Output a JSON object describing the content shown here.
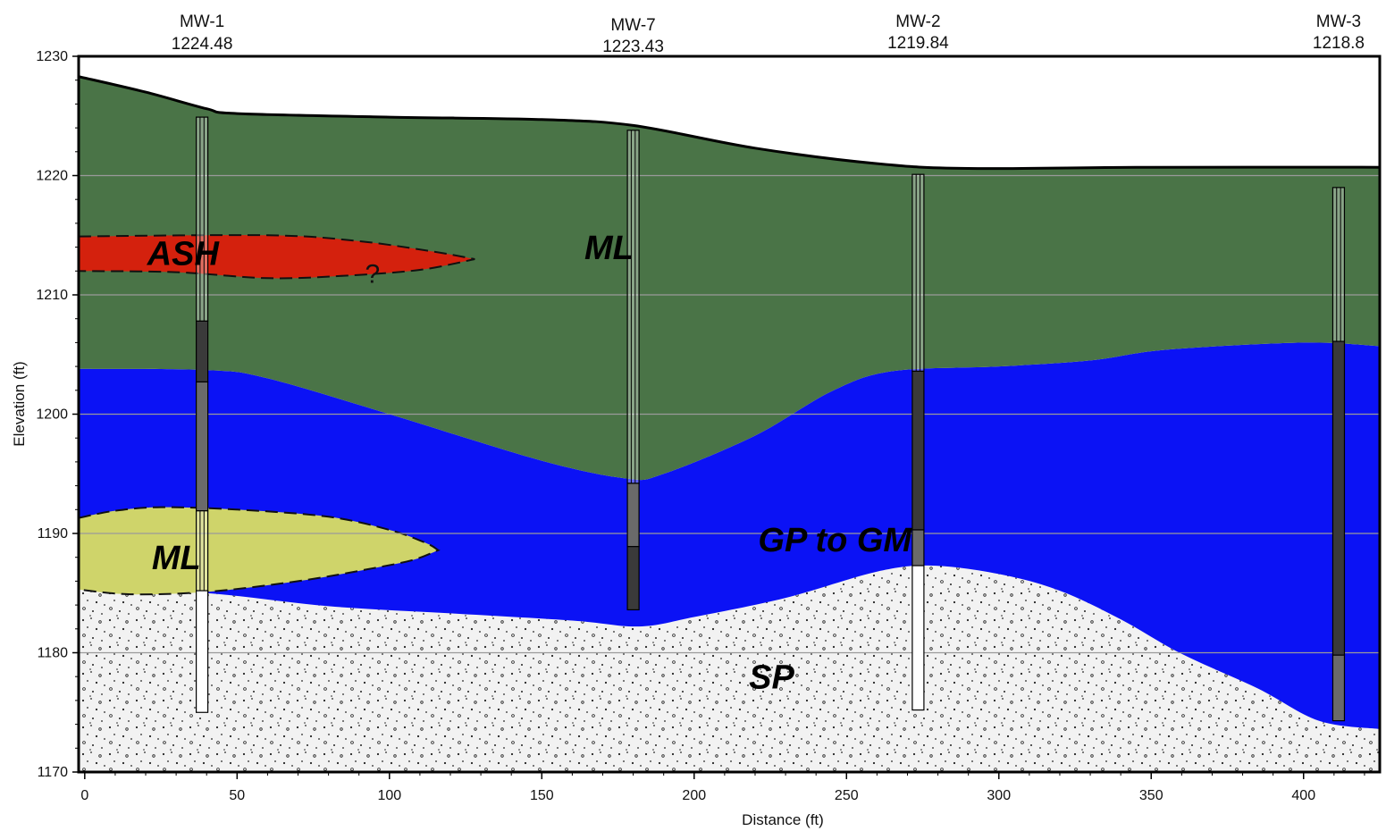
{
  "colors": {
    "ml_layer": "#4a7447",
    "ash": "#d4210d",
    "gp_gm": "#0b12f5",
    "ml_lens": "#cfd46a",
    "sp": "#f2f2f2",
    "screen": "#3a3a3a",
    "filter_pack": "#6a6a6a"
  },
  "axes": {
    "x_label": "Distance (ft)",
    "y_label": "Elevation (ft)",
    "x_ticks": [
      "0",
      "50",
      "100",
      "150",
      "200",
      "250",
      "300",
      "350",
      "400"
    ],
    "y_ticks": [
      "1230",
      "1220",
      "1210",
      "1200",
      "1190",
      "1180",
      "1170"
    ]
  },
  "units": {
    "ash": "ASH",
    "ml_upper": "ML",
    "ml_lens": "ML",
    "gp_gm": "GP to GM",
    "sp": "SP",
    "uncertain": "?"
  },
  "wells": [
    {
      "name": "MW-1",
      "elevation": "1224.48"
    },
    {
      "name": "MW-7",
      "elevation": "1223.43"
    },
    {
      "name": "MW-2",
      "elevation": "1219.84"
    },
    {
      "name": "MW-3",
      "elevation": "1218.8"
    }
  ],
  "chart_data": {
    "type": "cross-section",
    "xlabel": "Distance (ft)",
    "ylabel": "Elevation (ft)",
    "xlim": [
      -2,
      425
    ],
    "ylim": [
      1170,
      1230
    ],
    "wells": [
      {
        "name": "MW-1",
        "x": 38.5,
        "label_elev": 1224.48,
        "casing_top": 1224.9,
        "intervals": [
          {
            "top": 1224.9,
            "bottom": 1207.8,
            "type": "casing"
          },
          {
            "top": 1207.8,
            "bottom": 1202.7,
            "type": "screen"
          },
          {
            "top": 1202.7,
            "bottom": 1191.9,
            "type": "filter"
          },
          {
            "top": 1191.9,
            "bottom": 1185.2,
            "type": "casing"
          },
          {
            "top": 1185.2,
            "bottom": 1175.0,
            "type": "blank"
          }
        ]
      },
      {
        "name": "MW-7",
        "x": 180,
        "label_elev": 1223.43,
        "casing_top": 1223.8,
        "intervals": [
          {
            "top": 1223.8,
            "bottom": 1194.2,
            "type": "casing"
          },
          {
            "top": 1194.2,
            "bottom": 1188.9,
            "type": "filter"
          },
          {
            "top": 1188.9,
            "bottom": 1183.6,
            "type": "screen"
          }
        ]
      },
      {
        "name": "MW-2",
        "x": 273.5,
        "label_elev": 1219.84,
        "casing_top": 1220.1,
        "intervals": [
          {
            "top": 1220.1,
            "bottom": 1203.6,
            "type": "casing"
          },
          {
            "top": 1203.6,
            "bottom": 1190.3,
            "type": "screen"
          },
          {
            "top": 1190.3,
            "bottom": 1187.3,
            "type": "filter"
          },
          {
            "top": 1187.3,
            "bottom": 1175.2,
            "type": "blank"
          }
        ]
      },
      {
        "name": "MW-3",
        "x": 411.5,
        "label_elev": 1218.8,
        "casing_top": 1219.0,
        "intervals": [
          {
            "top": 1219.0,
            "bottom": 1206.1,
            "type": "casing"
          },
          {
            "top": 1206.1,
            "bottom": 1179.8,
            "type": "screen"
          },
          {
            "top": 1179.8,
            "bottom": 1174.3,
            "type": "filter"
          }
        ]
      }
    ],
    "ground_surface": [
      [
        -2,
        1228.3
      ],
      [
        20,
        1227.0
      ],
      [
        40,
        1225.6
      ],
      [
        50,
        1225.2
      ],
      [
        100,
        1224.9
      ],
      [
        150,
        1224.7
      ],
      [
        180,
        1224.2
      ],
      [
        220,
        1222.3
      ],
      [
        260,
        1221.0
      ],
      [
        290,
        1220.6
      ],
      [
        350,
        1220.7
      ],
      [
        425,
        1220.7
      ]
    ],
    "ml_base": [
      [
        -2,
        1203.8
      ],
      [
        40,
        1203.7
      ],
      [
        60,
        1203.0
      ],
      [
        100,
        1200.0
      ],
      [
        150,
        1196.1
      ],
      [
        178,
        1194.6
      ],
      [
        190,
        1195.0
      ],
      [
        220,
        1198.2
      ],
      [
        245,
        1201.9
      ],
      [
        265,
        1203.6
      ],
      [
        300,
        1204.0
      ],
      [
        330,
        1204.5
      ],
      [
        355,
        1205.4
      ],
      [
        400,
        1206.0
      ],
      [
        425,
        1205.7
      ]
    ],
    "gp_base": [
      [
        -2,
        1185.5
      ],
      [
        40,
        1185.0
      ],
      [
        80,
        1183.9
      ],
      [
        120,
        1183.3
      ],
      [
        160,
        1182.7
      ],
      [
        182,
        1182.2
      ],
      [
        200,
        1183.0
      ],
      [
        230,
        1184.6
      ],
      [
        260,
        1186.8
      ],
      [
        278,
        1187.3
      ],
      [
        300,
        1186.6
      ],
      [
        320,
        1185.2
      ],
      [
        340,
        1182.8
      ],
      [
        360,
        1179.9
      ],
      [
        385,
        1177.0
      ],
      [
        405,
        1174.3
      ],
      [
        425,
        1173.6
      ]
    ],
    "ash_lens": {
      "top": [
        [
          -2,
          1214.9
        ],
        [
          60,
          1215.0
        ],
        [
          90,
          1214.5
        ],
        [
          115,
          1213.6
        ],
        [
          128,
          1213.0
        ]
      ],
      "bottom": [
        [
          128,
          1213.0
        ],
        [
          110,
          1212.1
        ],
        [
          85,
          1211.6
        ],
        [
          60,
          1211.4
        ],
        [
          30,
          1211.9
        ],
        [
          -2,
          1212.0
        ]
      ]
    },
    "ml_lens": {
      "top": [
        [
          -2,
          1191.3
        ],
        [
          10,
          1191.9
        ],
        [
          25,
          1192.2
        ],
        [
          50,
          1192.0
        ],
        [
          80,
          1191.4
        ],
        [
          100,
          1190.3
        ],
        [
          112,
          1189.2
        ],
        [
          116,
          1188.6
        ]
      ],
      "bottom": [
        [
          116,
          1188.6
        ],
        [
          108,
          1187.8
        ],
        [
          95,
          1187.1
        ],
        [
          70,
          1186.0
        ],
        [
          40,
          1185.1
        ],
        [
          15,
          1184.9
        ],
        [
          -2,
          1185.3
        ]
      ]
    },
    "labels": [
      {
        "key": "ash",
        "x": 20.5,
        "y": 1212.5
      },
      {
        "key": "ml_upper",
        "x": 164,
        "y": 1213
      },
      {
        "key": "ml_lens",
        "x": 22,
        "y": 1187
      },
      {
        "key": "gp_gm",
        "x": 221,
        "y": 1188.5
      },
      {
        "key": "sp",
        "x": 218,
        "y": 1177
      },
      {
        "key": "uncertain",
        "x": 92,
        "y": 1211
      }
    ]
  }
}
